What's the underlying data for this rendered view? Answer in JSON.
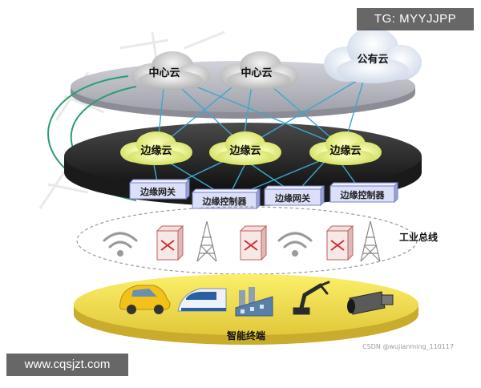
{
  "clouds": {
    "center_1": "中心云",
    "center_2": "中心云",
    "public": "公有云"
  },
  "edge_clouds": [
    "边缘云",
    "边缘云",
    "边缘云"
  ],
  "devices": {
    "gateway_1": "边缘网关",
    "controller_1": "边缘控制器",
    "gateway_2": "边缘网关",
    "controller_2": "边缘控制器"
  },
  "bus_label": "工业总线",
  "terminal_label": "智能终端",
  "watermarks": {
    "top_right": "TG: MYYJJPP",
    "bottom_left": "www.cqsjzt.com",
    "credit": "CSDN @wujianming_110117"
  },
  "icons": [
    "wifi-icon",
    "switch-icon",
    "tower-icon",
    "switch-icon",
    "wifi-icon",
    "switch-icon",
    "tower-icon",
    "car-icon",
    "train-icon",
    "factory-icon",
    "robot-arm-icon",
    "camera-icon"
  ],
  "colors": {
    "cloud_layer": "#b4b4be",
    "edge_layer": "#2a2a2a",
    "terminal_layer": "#f0e050",
    "edge_cloud": "#e6f07a",
    "device_box": "#dbe0f8",
    "link_line": "#3fa6cf",
    "uplink_curve": "#2a9e72"
  }
}
